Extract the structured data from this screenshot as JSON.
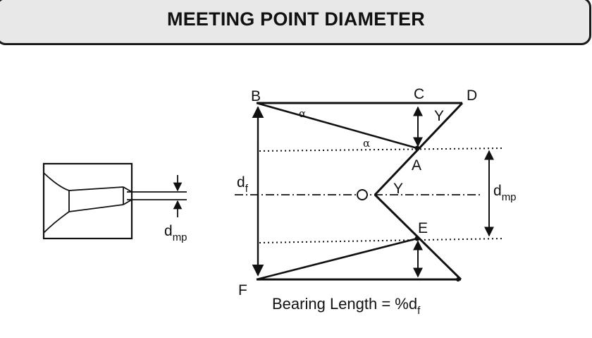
{
  "header": {
    "title": "MEETING POINT DIAMETER"
  },
  "die_sketch": {
    "label_main": "d",
    "label_sub": "mp"
  },
  "diagram": {
    "points": {
      "B": "B",
      "C": "C",
      "D": "D",
      "A": "A",
      "O": "O",
      "E": "E",
      "F": "F"
    },
    "angles": {
      "alpha_top": "α",
      "alpha_lower": "α",
      "gamma_top": "Y",
      "gamma_center": "Y"
    },
    "df": {
      "main": "d",
      "sub": "f"
    },
    "dmp": {
      "main": "d",
      "sub": "mp"
    },
    "caption": {
      "main": "Bearing Length = %d",
      "sub": "f"
    }
  }
}
